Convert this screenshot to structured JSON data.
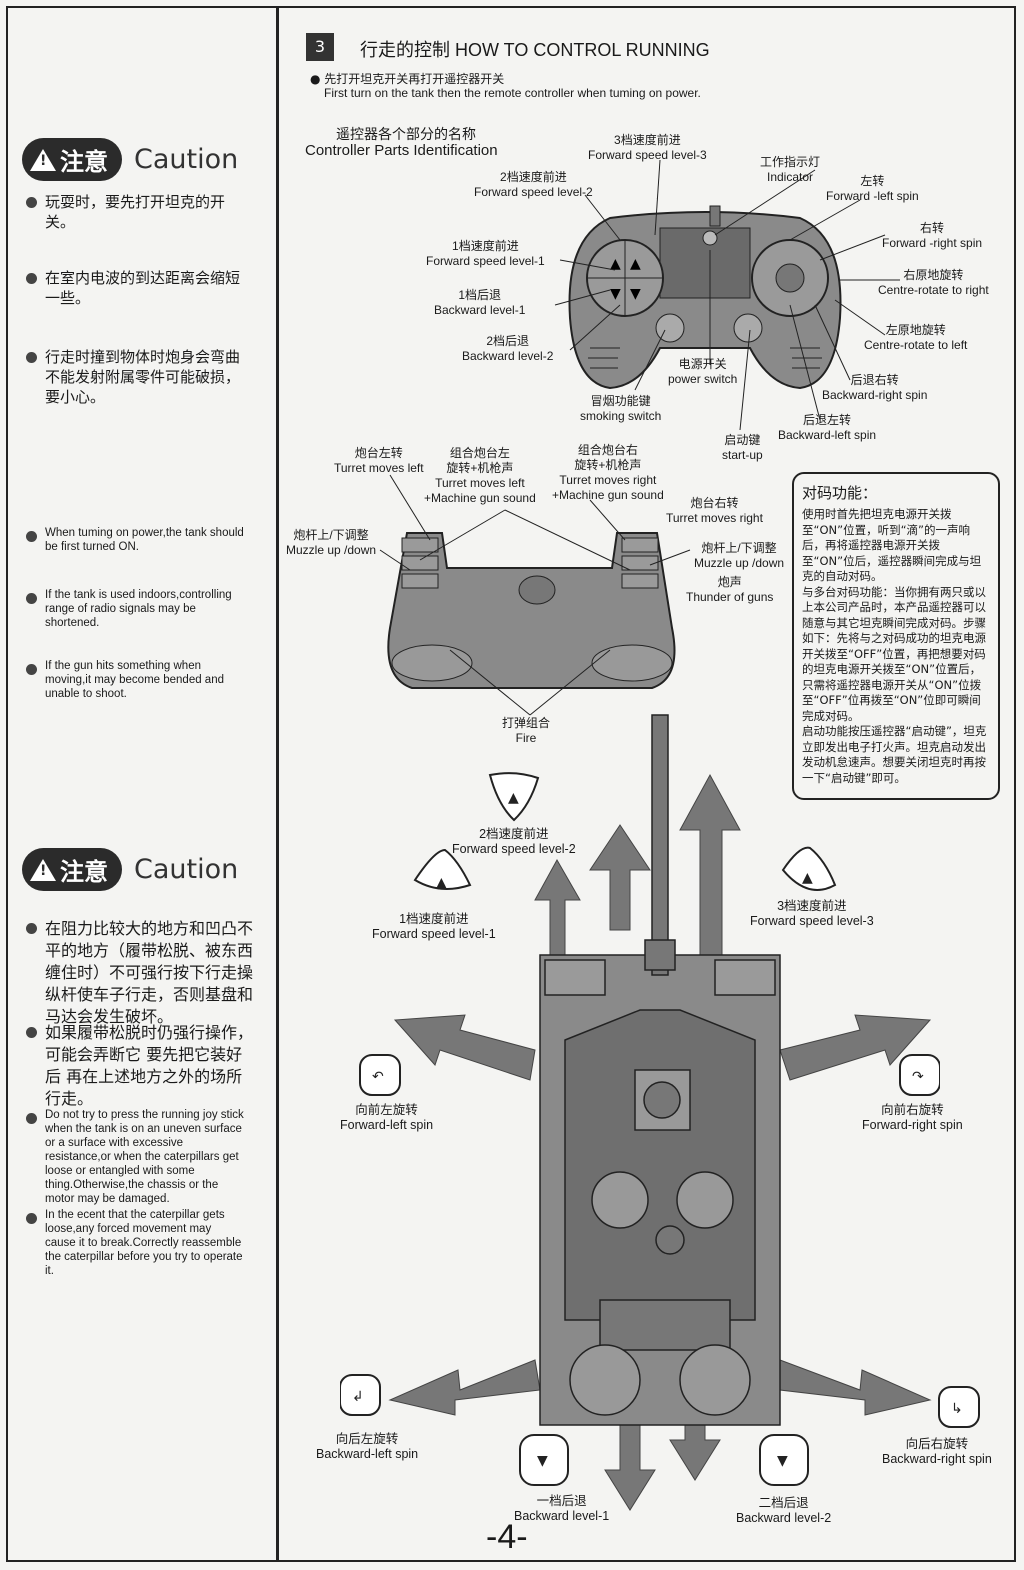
{
  "caution1": {
    "label_cn": "注意",
    "label_en": "Caution",
    "items_cn": [
      "玩耍时，要先打开坦克的开关。",
      "在室内电波的到达距离会缩短一些。",
      "行走时撞到物体时炮身会弯曲不能发射附属零件可能破损，要小心。"
    ],
    "items_en": [
      "When tuming on power,the tank should be first turned ON.",
      "If the tank is used indoors,controlling range of radio signals may be shortened.",
      "If the gun hits something when moving,it may become bended and unable to shoot."
    ]
  },
  "caution2": {
    "label_cn": "注意",
    "label_en": "Caution",
    "items_cn": [
      "在阻力比较大的地方和凹凸不平的地方（履带松脱、被东西缠住时）不可强行按下行走操纵杆使车子行走，否则基盘和马达会发生破坏。",
      "如果履带松脱时仍强行操作，可能会弄断它 要先把它装好后 再在上述地方之外的场所行走。"
    ],
    "items_en": [
      "Do not try to press the running joy stick when the tank is on an uneven surface or a surface with excessive resistance,or when the caterpillars get loose or entangled with some thing.Otherwise,the chassis or the motor may be damaged.",
      "In the ecent that the caterpillar gets loose,any forced movement may cause it to break.Correctly reassemble the caterpillar before you try to operate it."
    ]
  },
  "section": {
    "number": "3",
    "title": "行走的控制  HOW TO CONTROL RUNNING",
    "note_cn": "先打开坦克开关再打开遥控器开关",
    "note_en": "First turn on the tank then the remote controller when tuming on power."
  },
  "controller": {
    "heading_cn": "遥控器各个部分的名称",
    "heading_en": "Controller Parts Identification",
    "labels": {
      "fwd3": [
        "3档速度前进",
        "Forward speed level-3"
      ],
      "fwd2": [
        "2档速度前进",
        "Forward speed level-2"
      ],
      "fwd1": [
        "1档速度前进",
        "Forward speed level-1"
      ],
      "back1": [
        "1档后退",
        "Backward  level-1"
      ],
      "back2": [
        "2档后退",
        "Backward  level-2"
      ],
      "indicator": [
        "工作指示灯",
        "Indicator"
      ],
      "left_spin": [
        "左转",
        "Forward -left spin"
      ],
      "right_spin": [
        "右转",
        "Forward -right spin"
      ],
      "rot_right": [
        "右原地旋转",
        "Centre-rotate to right"
      ],
      "rot_left": [
        "左原地旋转",
        "Centre-rotate to left"
      ],
      "back_right": [
        "后退右转",
        "Backward-right spin"
      ],
      "back_left": [
        "后退左转",
        "Backward-left spin"
      ],
      "power": [
        "电源开关",
        "power switch"
      ],
      "smoke": [
        "冒烟功能键",
        "smoking switch"
      ],
      "startup": [
        "启动键",
        "start-up"
      ]
    }
  },
  "top_controls": {
    "turret_left": [
      "炮台左转",
      "Turret moves left"
    ],
    "turret_left_gun": [
      "组合炮台左",
      "旋转+机枪声",
      "Turret moves left",
      "+Machine gun sound"
    ],
    "turret_right_gun": [
      "组合炮台右",
      "旋转+机枪声",
      "Turret moves right",
      "+Machine gun sound"
    ],
    "turret_right": [
      "炮台右转",
      "Turret moves right"
    ],
    "muzzle_left": [
      "炮杆上/下调整",
      "Muzzle up /down"
    ],
    "muzzle_right": [
      "炮杆上/下调整",
      "Muzzle up /down"
    ],
    "thunder": [
      "炮声",
      "Thunder of guns"
    ],
    "fire": [
      "打弹组合",
      "Fire"
    ]
  },
  "pairing": {
    "title": "对码功能：",
    "p1": "使用时首先把坦克电源开关拨至“ON”位置，听到“滴”的一声响后，再将遥控器电源开关拨至“ON”位后，遥控器瞬间完成与坦克的自动对码。",
    "p2": "与多台对码功能：当你拥有两只或以上本公司产品时，本产品遥控器可以随意与其它坦克瞬间完成对码。步骤如下：先将与之对码成功的坦克电源开关拨至“OFF”位置，再把想要对码的坦克电源开关拨至“ON”位置后，只需将遥控器电源开关从“ON”位拨至“OFF”位再拨至“ON”位即可瞬间完成对码。",
    "p3": "启动功能按压遥控器“启动键”，坦克立即发出电子打火声。坦克启动发出发动机怠速声。想要关闭坦克时再按一下“启动键”即可。"
  },
  "movement": {
    "fwd2": [
      "2档速度前进",
      "Forward speed level-2"
    ],
    "fwd1": [
      "1档速度前进",
      "Forward speed level-1"
    ],
    "fwd3": [
      "3档速度前进",
      "Forward speed level-3"
    ],
    "fwd_left": [
      "向前左旋转",
      "Forward-left spin"
    ],
    "fwd_right": [
      "向前右旋转",
      "Forward-right spin"
    ],
    "back_left": [
      "向后左旋转",
      "Backward-left spin"
    ],
    "back_right": [
      "向后右旋转",
      "Backward-right spin"
    ],
    "back1": [
      "一档后退",
      "Backward  level-1"
    ],
    "back2": [
      "二档后退",
      "Backward  level-2"
    ]
  },
  "page_number": "-4-",
  "colors": {
    "ink": "#1a1a1a",
    "gray": "#6a6a6a",
    "tank": "#7a7a7a"
  }
}
